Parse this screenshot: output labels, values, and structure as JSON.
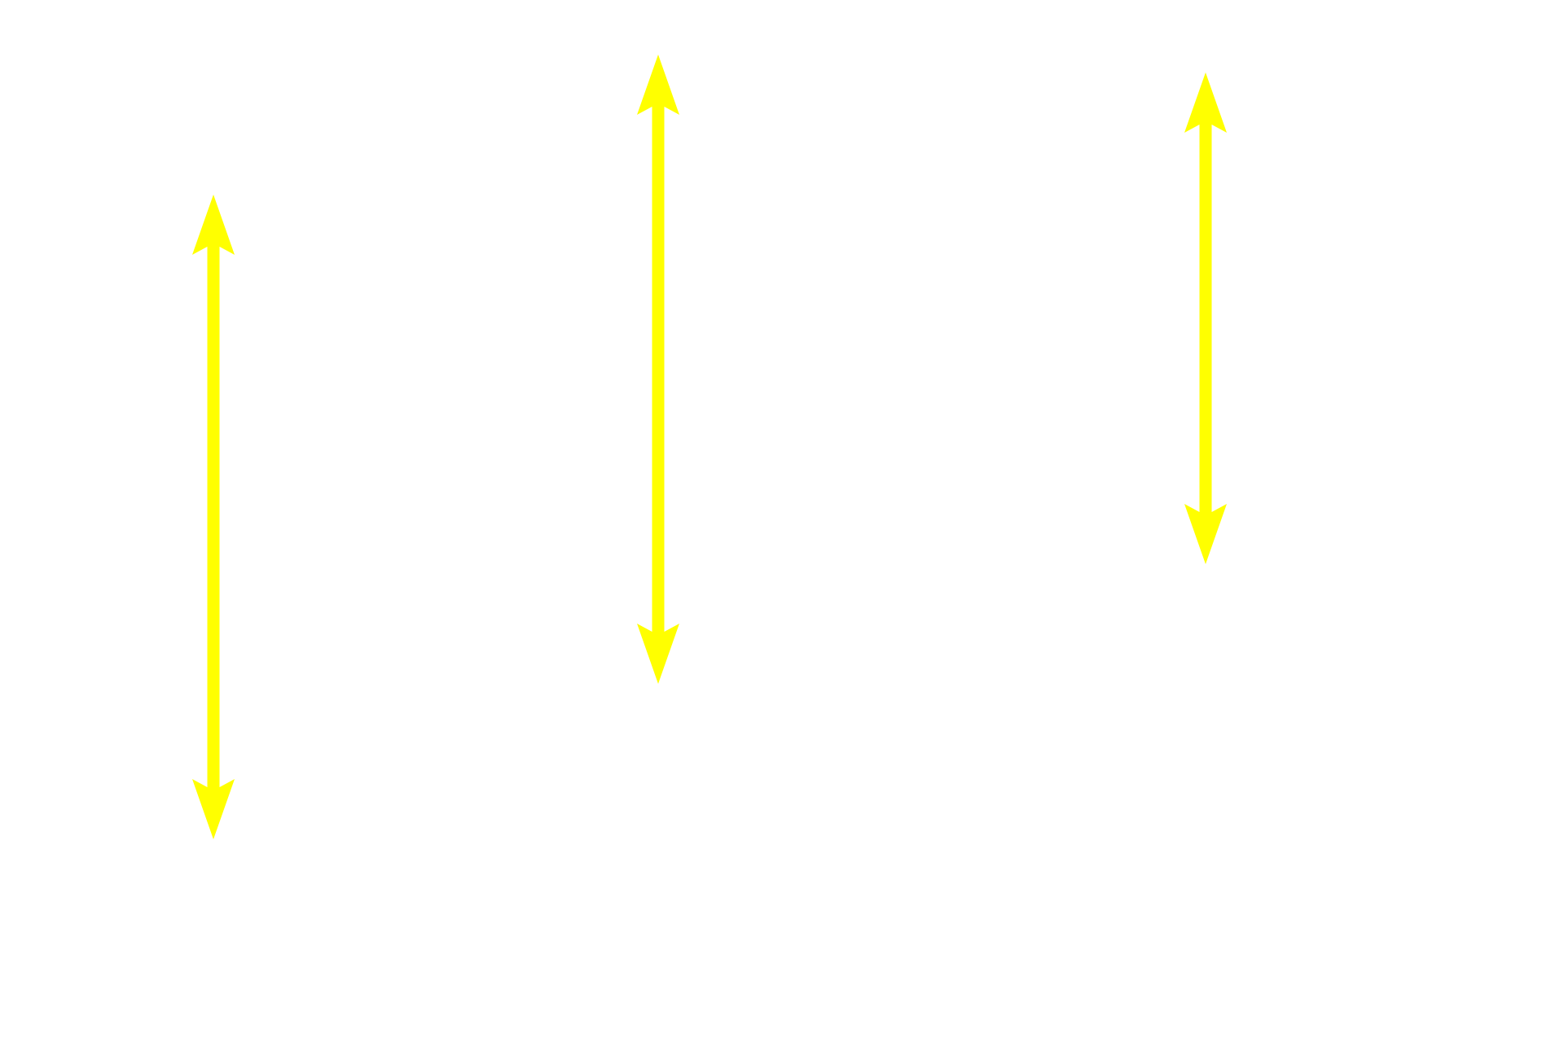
{
  "background_color": "#ffffff",
  "arrow_color": "#ffff00",
  "arrows": [
    {
      "name": "left-double-arrow",
      "direction": "vertical-bidirectional"
    },
    {
      "name": "middle-double-arrow",
      "direction": "vertical-bidirectional"
    },
    {
      "name": "right-double-arrow",
      "direction": "vertical-bidirectional"
    }
  ]
}
